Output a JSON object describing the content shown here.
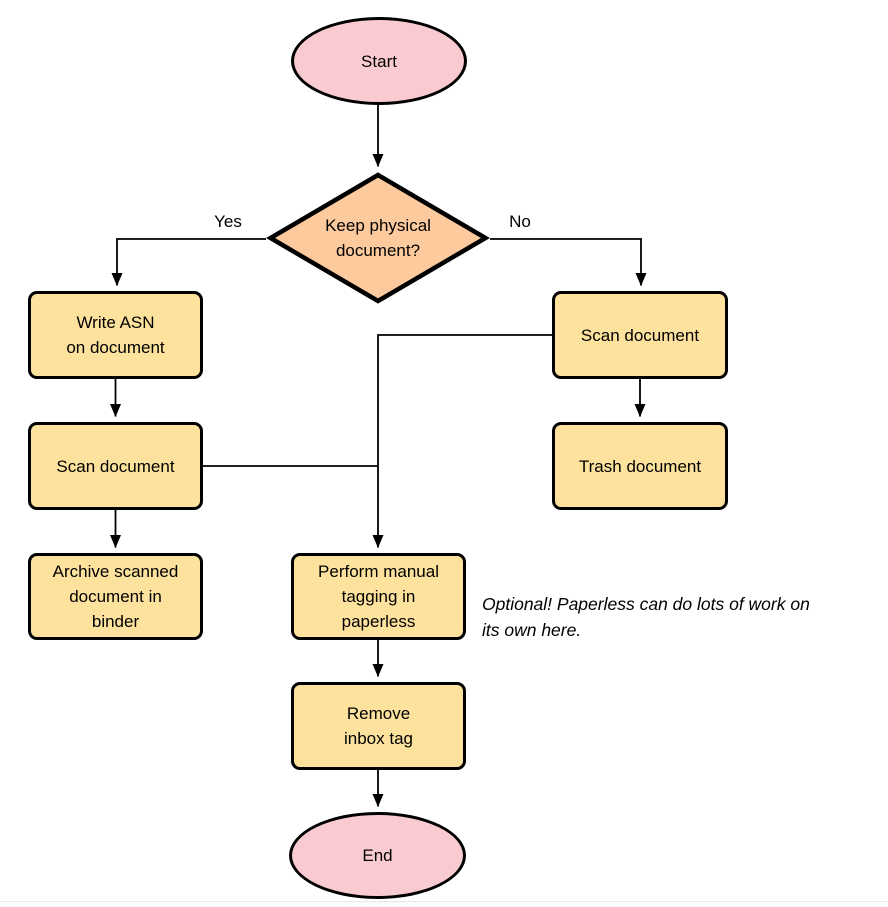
{
  "colors": {
    "terminator-fill": "#F9CBD0",
    "decision-fill": "#FDCA9D",
    "process-fill": "#FDE29D",
    "stroke": "#000000",
    "line": "#000000",
    "canvas": "#FFFFFF"
  },
  "nodes": {
    "start": {
      "label": "Start"
    },
    "decision": {
      "label": "Keep physical\ndocument?"
    },
    "write_asn": {
      "label": "Write ASN\non document"
    },
    "scan_left": {
      "label": "Scan document"
    },
    "archive": {
      "label": "Archive scanned\ndocument in\nbinder"
    },
    "scan_right": {
      "label": "Scan document"
    },
    "trash": {
      "label": "Trash document"
    },
    "tagging": {
      "label": "Perform manual\ntagging in\npaperless"
    },
    "remove_inbox": {
      "label": "Remove\ninbox tag"
    },
    "end": {
      "label": "End"
    }
  },
  "edges": {
    "yes_label": "Yes",
    "no_label": "No"
  },
  "annotation": {
    "text": "Optional! Paperless can do lots of work on\nits own here."
  }
}
